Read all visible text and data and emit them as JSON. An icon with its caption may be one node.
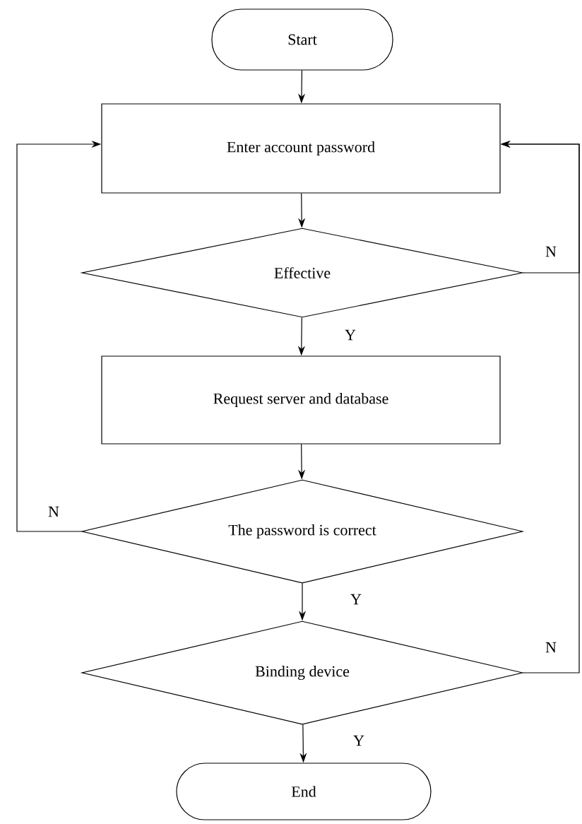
{
  "diagram": {
    "nodes": [
      {
        "text": [
          "Start"
        ]
      },
      {
        "text": [
          "Enter account password"
        ]
      },
      {
        "text": [
          "Effective"
        ]
      },
      {
        "text": [
          "Request server and database"
        ]
      },
      {
        "text": [
          "The password is correct"
        ]
      },
      {
        "text": [
          "Binding device"
        ]
      },
      {
        "text": [
          "End"
        ]
      }
    ],
    "edges": [
      {
        "from": 0,
        "to": 1,
        "arrow": "to"
      },
      {
        "from": 1,
        "to": 2,
        "arrow": "to"
      },
      {
        "from": 2,
        "to": 3,
        "arrow": "to",
        "label": "Y"
      },
      {
        "from": 3,
        "to": 4,
        "arrow": "to"
      },
      {
        "from": 4,
        "to": 1,
        "arrow": "to",
        "label": "N"
      },
      {
        "from": 4,
        "to": 5,
        "arrow": "to",
        "label": "Y"
      },
      {
        "from": 5,
        "to": 6,
        "arrow": "to",
        "label": "Y"
      },
      {
        "from": 2,
        "to": 1,
        "arrow": "to",
        "label": "N"
      },
      {
        "from": 5,
        "to": 1,
        "arrow": "to",
        "label": "N"
      }
    ]
  }
}
